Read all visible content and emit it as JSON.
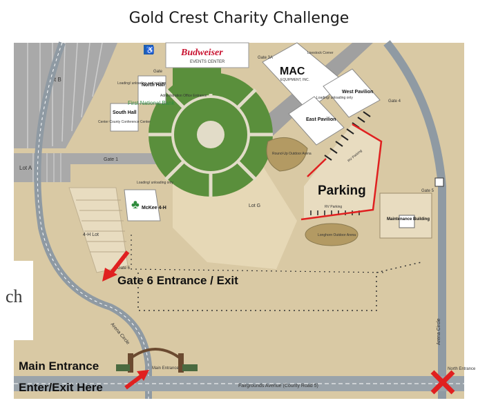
{
  "title": "Gold Crest Charity Challenge",
  "labels": {
    "lot_b": "Lot B",
    "lot_a": "Lot A",
    "lot_g": "Lot G",
    "lot_4h": "4-H Lot",
    "north_hall": "North Hall",
    "south_hall": "South Hall",
    "first_national": "First National Bank",
    "loading1": "Loading/ unloading and parking",
    "loading2": "Loading/ unloading only",
    "loading3": "Loading/ unloading only",
    "admin_office": "Administration Office Entrance",
    "center_county": "Center County Conference Center",
    "mckee": "McKee 4-H",
    "budweiser": "Budweiser",
    "events_center": "EVENTS CENTER",
    "mac": "MAC",
    "mac_sub": "EQUIPMENT, INC.",
    "east_pavilion": "East Pavilion",
    "west_pavilion": "West Pavilion",
    "livestock": "Livestock Corner",
    "roundup": "Round-Up Outdoor Arena",
    "longhorn": "Longhorn Outdoor Arena",
    "rv_parking": "RV Parking",
    "rv_parking2": "RV Parking",
    "maintenance": "Maintenance Building",
    "gate": "Gate",
    "gate1": "Gate 1",
    "gate3a": "Gate 3A",
    "gate4": "Gate 4",
    "gate5": "Gate 5",
    "gate6": "Gate 6",
    "arena_circle_w": "Arena Circle",
    "arena_circle_e": "Arena Circle",
    "fairgrounds_ave": "Fairgrounds Avenue (County Road 5)",
    "main_entrance_small": "Main Entrance",
    "north_entrance": "North Entrance",
    "parking": "Parking",
    "gate6_entrance": "Gate 6 Entrance / Exit",
    "main_entrance": "Main Entrance",
    "enter_exit": "Enter/Exit Here",
    "partial_logo": "ch"
  },
  "colors": {
    "ground": "#d9c9a4",
    "lot": "#a8a8a8",
    "grass": "#5a8f3c",
    "building": "#ffffff",
    "road": "#8f9aa3",
    "highlight": "#e02020",
    "arena": "#b39a63"
  }
}
